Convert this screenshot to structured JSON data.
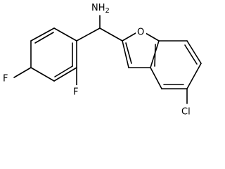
{
  "structure": {
    "atom_labels": {
      "amine": "NH2",
      "amine_main": "NH",
      "amine_subscript": "2",
      "ring_oxygen": "O",
      "fluorine_para": "F",
      "fluorine_ortho": "F",
      "chlorine": "Cl"
    },
    "colors": {
      "bond": "#000000",
      "background": "#ffffff"
    }
  }
}
